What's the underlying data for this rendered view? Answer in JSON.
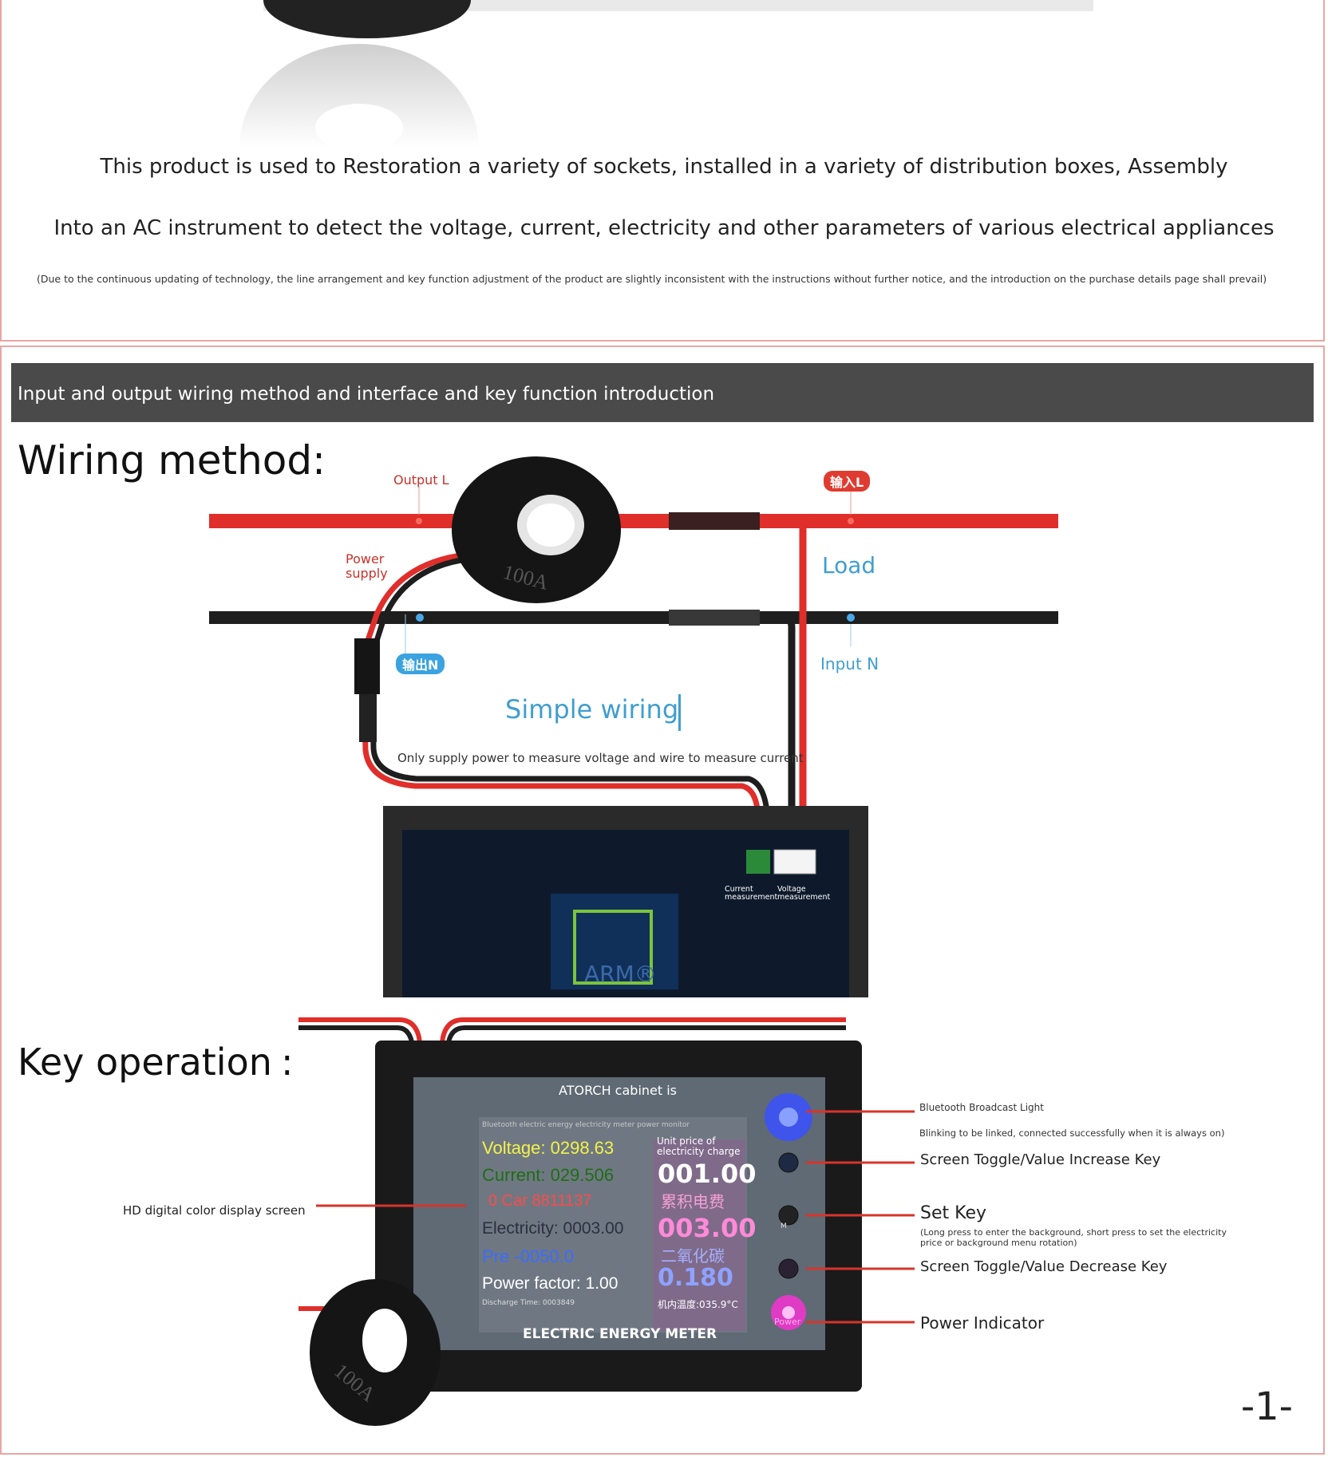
{
  "intro": {
    "line1": "This product is used to Restoration a variety of sockets, installed in a variety of distribution boxes, Assembly",
    "line2": "Into an AC instrument to detect the voltage, current, electricity and other parameters of various electrical appliances",
    "note": "(Due to the continuous updating of technology, the line arrangement and key function adjustment of the product are slightly inconsistent with the instructions without further notice, and the introduction on the purchase details page shall prevail)"
  },
  "banner": {
    "title": "Input and output wiring method and interface and key function introduction"
  },
  "wiring": {
    "heading": "Wiring method:",
    "output_l": "Output L",
    "input_l_tag": "输入L",
    "power_supply": "Power\nsupply",
    "load": "Load",
    "output_n_tag": "输出N",
    "input_n": "Input N",
    "simple_wiring": "Simple wiring",
    "simple_desc": "Only supply power to measure voltage and wire to measure current",
    "ct_text": "100A",
    "current_measurement": "Current\nmeasurement",
    "voltage_measurement": "Voltage\nmeasurement",
    "chip_text": "ARM®"
  },
  "keys": {
    "heading": "Key operation",
    "heading_colon": ":",
    "display_screen": "HD digital color display screen",
    "bt_light": "Bluetooth Broadcast Light",
    "bt_desc": "Blinking to be linked, connected successfully when it is always on)",
    "toggle_up": "Screen Toggle/Value Increase Key",
    "set_key": "Set Key",
    "set_desc": "(Long press to enter the background, short press to set the electricity price or background menu rotation)",
    "toggle_down": "Screen Toggle/Value Decrease Key",
    "power_indicator": "Power Indicator"
  },
  "meter": {
    "brand": "ATORCH cabinet is",
    "subtitle": "Bluetooth electric energy electricity meter power monitor",
    "voltage": "Voltage: 0298.63",
    "current": "Current: 029.506",
    "car": "0 Car 8811137",
    "electricity": "Electricity: 0003.00",
    "pre": "Pre -0050.0",
    "power_factor": "Power factor: 1.00",
    "discharge": "Discharge Time: 0003849",
    "unit_price_label": "Unit price of\nelectricity charge",
    "price_value": "001.00",
    "cum_label": "累积电费",
    "cum_value": "003.00",
    "co2_label": "二氧化碳",
    "co2_value": "0.180",
    "temp_label": "机内温度:035.9°C",
    "power_btn": "Power",
    "m_btn": "M",
    "footer": "ELECTRIC ENERGY METER"
  },
  "page": {
    "number": "-1-"
  },
  "colors": {
    "wire_red": "#e02e2a",
    "wire_black": "#1e1e1e",
    "banner": "#4a4a4a",
    "frame": "#e8a6a6"
  }
}
